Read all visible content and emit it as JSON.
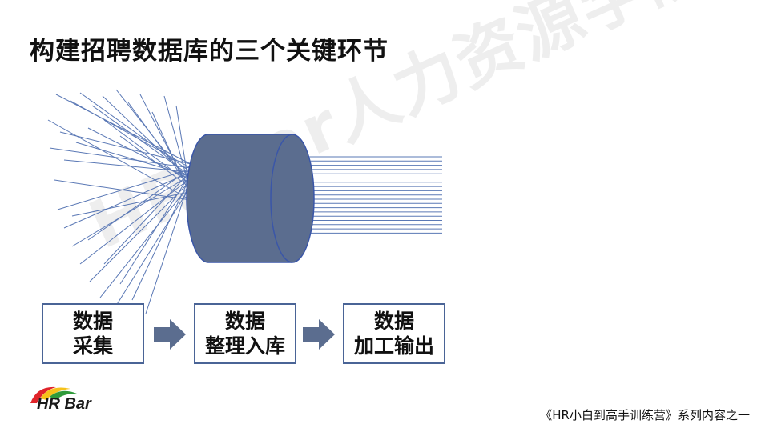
{
  "title": "构建招聘数据库的三个关键环节",
  "watermark": "HR Bar人力资源学院",
  "steps": [
    {
      "line1": "数据",
      "line2": "采集"
    },
    {
      "line1": "数据",
      "line2": "整理入库"
    },
    {
      "line1": "数据",
      "line2": "加工输出"
    }
  ],
  "logo": {
    "text": "HR Bar"
  },
  "footer": "《HR小白到高手训练营》系列内容之一",
  "colors": {
    "cylinder": "#5b6d8f",
    "cylinder_border": "#3a56a8",
    "lines": "#5a78b5",
    "box_border": "#4a6496",
    "arrow": "#5b6d8f",
    "logo_red": "#e0242a",
    "logo_yellow": "#f6c21a",
    "logo_green": "#2f9a3a"
  }
}
